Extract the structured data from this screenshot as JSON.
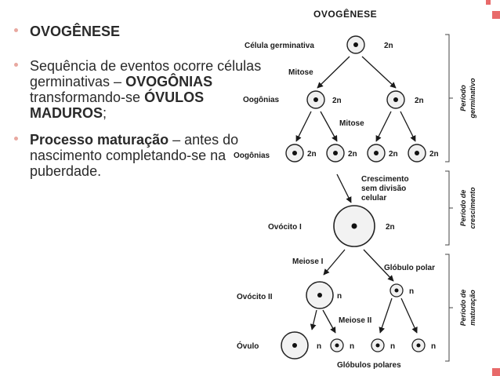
{
  "slide": {
    "bullets": [
      {
        "text": "OVOGÊNESE"
      },
      {
        "parts": [
          "Sequência de eventos ocorre células germinativas – ",
          "OVOGÔNIAS",
          " transformando-se ",
          "ÓVULOS MADUROS",
          ";"
        ]
      },
      {
        "parts": [
          "Processo maturação",
          " – antes do nascimento completando-se na puberdade."
        ]
      }
    ]
  },
  "diagram": {
    "title": "OVOGÊNESE",
    "labels": {
      "germ_cell": "Célula germinativa",
      "mitosis": "Mitose",
      "oogonia": "Oogônias",
      "growth_1": "Crescimento",
      "growth_2": "sem divisão",
      "growth_3": "celular",
      "oocyte_1": "Ovócito I",
      "meiosis_1": "Meiose I",
      "polar_body": "Glóbulo polar",
      "oocyte_2": "Ovócito II",
      "meiosis_2": "Meiose II",
      "ovum": "Óvulo",
      "polar_bodies": "Glóbulos polares",
      "diploid": "2n",
      "haploid": "n"
    },
    "periods": {
      "germinative": [
        "Período",
        "germinativo"
      ],
      "growth": [
        "Período de",
        "crescimento"
      ],
      "maturation": [
        "Período de",
        "maturação"
      ]
    }
  }
}
